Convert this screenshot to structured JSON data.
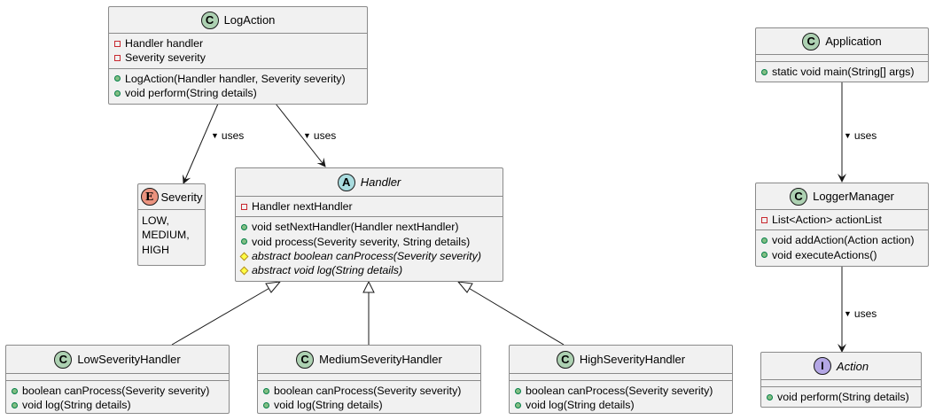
{
  "classes": {
    "log_action": {
      "name": "LogAction",
      "badge": "C",
      "fields": [
        {
          "vis": "priv",
          "text": "Handler handler"
        },
        {
          "vis": "priv",
          "text": "Severity severity"
        }
      ],
      "methods": [
        {
          "vis": "pub",
          "text": "LogAction(Handler handler, Severity severity)"
        },
        {
          "vis": "pub",
          "text": "void perform(String details)"
        }
      ]
    },
    "severity": {
      "name": "Severity",
      "badge": "E",
      "literals": [
        "LOW,",
        "MEDIUM,",
        "HIGH"
      ]
    },
    "handler": {
      "name": "Handler",
      "badge": "A",
      "fields": [
        {
          "vis": "priv",
          "text": "Handler nextHandler"
        }
      ],
      "methods": [
        {
          "vis": "pub",
          "text": "void setNextHandler(Handler nextHandler)"
        },
        {
          "vis": "pub",
          "text": "void process(Severity severity, String details)"
        },
        {
          "vis": "prot",
          "text": "abstract boolean canProcess(Severity severity)"
        },
        {
          "vis": "prot",
          "text": "abstract void log(String details)"
        }
      ]
    },
    "low": {
      "name": "LowSeverityHandler",
      "badge": "C",
      "methods": [
        {
          "vis": "pub",
          "text": "boolean canProcess(Severity severity)"
        },
        {
          "vis": "pub",
          "text": "void log(String details)"
        }
      ]
    },
    "medium": {
      "name": "MediumSeverityHandler",
      "badge": "C",
      "methods": [
        {
          "vis": "pub",
          "text": "boolean canProcess(Severity severity)"
        },
        {
          "vis": "pub",
          "text": "void log(String details)"
        }
      ]
    },
    "high": {
      "name": "HighSeverityHandler",
      "badge": "C",
      "methods": [
        {
          "vis": "pub",
          "text": "boolean canProcess(Severity severity)"
        },
        {
          "vis": "pub",
          "text": "void log(String details)"
        }
      ]
    },
    "application": {
      "name": "Application",
      "badge": "C",
      "methods": [
        {
          "vis": "pub",
          "text": "static void main(String[] args)"
        }
      ]
    },
    "logger_manager": {
      "name": "LoggerManager",
      "badge": "C",
      "fields": [
        {
          "vis": "priv",
          "text": "List<Action> actionList"
        }
      ],
      "methods": [
        {
          "vis": "pub",
          "text": "void addAction(Action action)"
        },
        {
          "vis": "pub",
          "text": "void executeActions()"
        }
      ]
    },
    "action": {
      "name": "Action",
      "badge": "I",
      "methods": [
        {
          "vis": "pub",
          "text": "void perform(String details)"
        }
      ]
    }
  },
  "edge_labels": {
    "logaction_severity": "uses",
    "logaction_handler": "uses",
    "application_loggermanager": "uses",
    "loggermanager_action": "uses"
  }
}
